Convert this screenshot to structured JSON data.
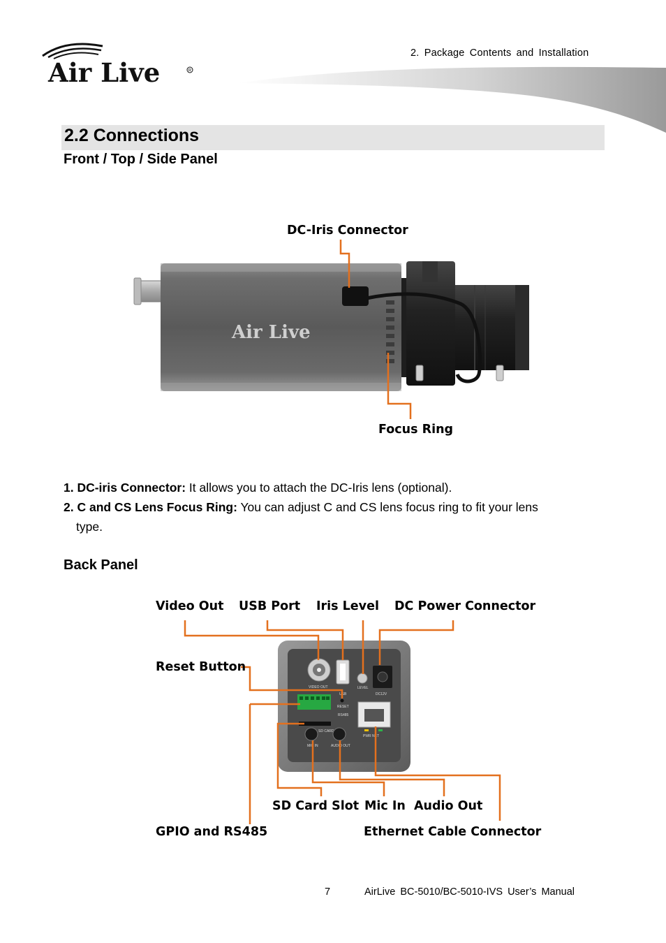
{
  "header": {
    "brand": "Air Live",
    "chapter": "2. Package Contents and Installation"
  },
  "section": {
    "title": "2.2 Connections"
  },
  "front_panel": {
    "heading": "Front / Top / Side Panel",
    "callouts": {
      "dc_iris": "DC-Iris Connector",
      "focus_ring": "Focus Ring"
    },
    "camera_logo": "Air Live"
  },
  "descriptions": [
    {
      "label": "1. DC-iris Connector:",
      "text": " It allows you to attach the DC-Iris lens (optional)."
    },
    {
      "label": "2. C and CS Lens Focus Ring:",
      "text": " You can adjust C and CS lens focus ring to fit your lens",
      "continuation": "type."
    }
  ],
  "back_panel": {
    "heading": "Back Panel",
    "callouts": {
      "video_out": "Video Out",
      "usb_port": "USB Port",
      "iris_level": "Iris Level",
      "dc_power": "DC Power Connector",
      "reset_button": "Reset Button",
      "sd_card": "SD Card Slot",
      "mic_in": "Mic In",
      "audio_out": "Audio Out",
      "gpio": "GPIO and RS485",
      "ethernet": "Ethernet Cable Connector"
    },
    "panel_labels": {
      "video_out": "VIDEO OUT",
      "usb": "USB",
      "level": "LEVEL",
      "dc12v": "DC12V",
      "reset": "RESET",
      "rs485": "RS485",
      "sd_card": "SD CARD",
      "mic_in": "MIC IN",
      "audio_out": "AUDIO OUT",
      "pwr_net": "PWR  NET"
    }
  },
  "footer": {
    "page_number": "7",
    "manual": "AirLive BC-5010/BC-5010-IVS User’s Manual"
  },
  "colors": {
    "callout_line": "#e3701e",
    "section_bar": "#e4e4e4"
  }
}
